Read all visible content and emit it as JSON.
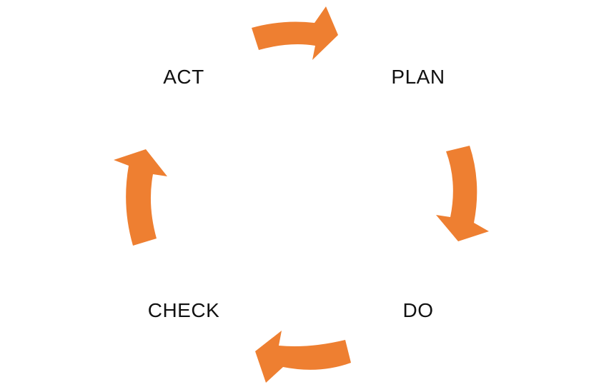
{
  "diagram": {
    "stages": {
      "act": "ACT",
      "plan": "PLAN",
      "do": "DO",
      "check": "CHECK"
    },
    "colors": {
      "arrow": "#EE7F31",
      "text": "#111111",
      "background": "#FFFFFF"
    },
    "arrow_icon": "curved-arrow-icon"
  }
}
